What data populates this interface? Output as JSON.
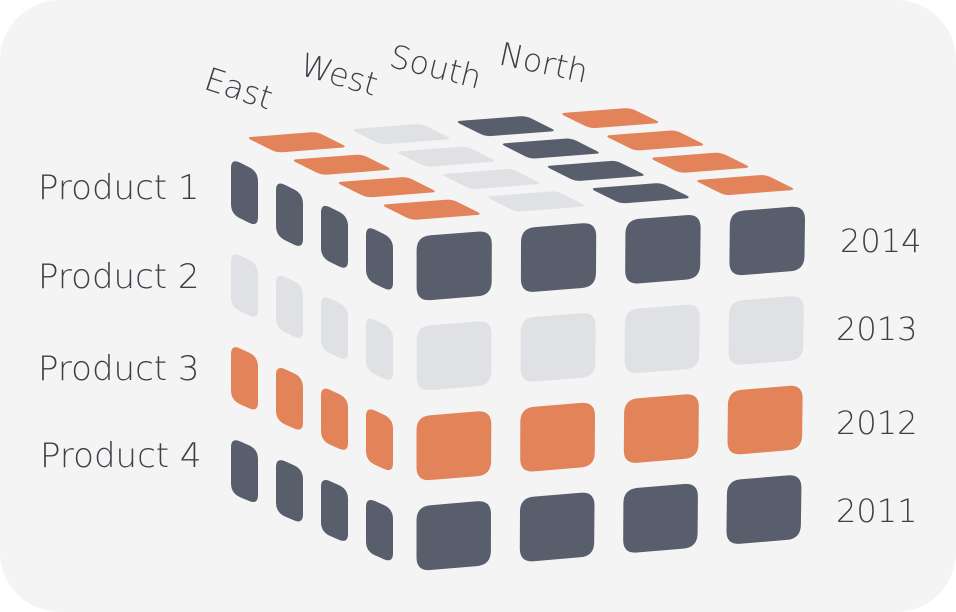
{
  "colors": {
    "dark": "#585e6c",
    "light": "#dfe1e4",
    "orange": "#e2835a",
    "background": "#f4f4f4",
    "text": "#3b3f46"
  },
  "regions": [
    "East",
    "West",
    "South",
    "North"
  ],
  "products": [
    "Product 1",
    "Product 2",
    "Product 3",
    "Product 4"
  ],
  "years": [
    "2014",
    "2013",
    "2012",
    "2011"
  ],
  "front_face_rows": [
    "dark",
    "light",
    "orange",
    "dark"
  ],
  "left_face_rows": [
    "dark",
    "light",
    "orange",
    "dark"
  ],
  "top_face_columns": [
    "orange",
    "light",
    "dark",
    "orange"
  ]
}
